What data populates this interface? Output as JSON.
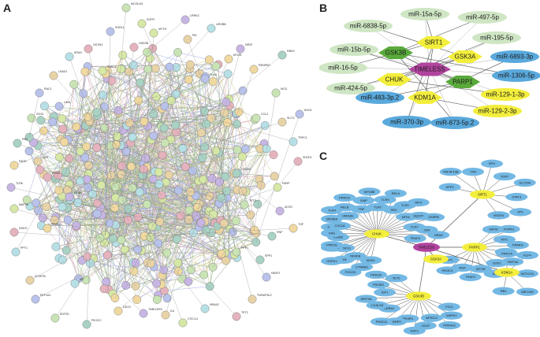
{
  "panels": {
    "a": {
      "letter": "A",
      "outer_labels": [
        "MCOLN3",
        "SORL1",
        "PIK",
        "UROBB",
        "HSD3B",
        "MYTH",
        "NR2F",
        "RENPAS",
        "RBKS",
        "MCD",
        "KHG1",
        "SLIT2",
        "TRPC1",
        "SH2D1",
        "PARP",
        "ACSS",
        "TGF",
        "RNF",
        "PPP1",
        "NR2F2",
        "TNFAIP8L2",
        "NR4A2",
        "TET2",
        "CXCL11",
        "TIMELESS",
        "DDX3",
        "PIK3C2",
        "EDF2D",
        "EEF1A1",
        "ZC3H7B",
        "PPT1",
        "DGKG",
        "MAP3K",
        "TLR6",
        "FADD",
        "RB2",
        "SOS1",
        "RAC1",
        "LINGO",
        "KRAS",
        "OSTM1",
        "TNNT1",
        "EFNB",
        "PNPLA",
        "CADM1",
        "CCL2",
        "PLAU",
        "IL6",
        "KIT",
        "PRKA",
        "EGFR",
        "LRRK2",
        "MTOR",
        "SPP1",
        "TET3",
        "LIMA",
        "JUN"
      ]
    },
    "b": {
      "letter": "B",
      "center": "TIMELESS",
      "genes": [
        "SIRT1",
        "GSK3B",
        "GSK3A",
        "CHUK",
        "PARP1",
        "KDM1A"
      ],
      "mirnas": [
        "miR-15a-5p",
        "miR-497-5p",
        "miR-6838-5p",
        "miR-195-5p",
        "miR-15b-5p",
        "miR-6893-3p",
        "miR-16-5p",
        "miR-1306-5p",
        "miR-424-5p",
        "miR-129-1-3p",
        "miR-483-3p.2",
        "miR-129-2-3p",
        "miR-370-3p",
        "miR-873-5p.2"
      ]
    },
    "c": {
      "letter": "C",
      "center": "TIMELESS",
      "hubs": [
        "CHUK",
        "SIRT1",
        "PARP1",
        "GSK3A",
        "GSK3B",
        "KDM1A"
      ],
      "nodes": [
        "NOD1",
        "CTNNB1",
        "FOXO3",
        "NFAFB",
        "IL1B",
        "HSPD1",
        "TNFSF10",
        "TNFRSF1",
        "PRKCE",
        "IKBKB",
        "FAS",
        "NOD2",
        "CXCL8",
        "NFKBIA",
        "TLR4",
        "HMGB1",
        "RELB",
        "PRKCD",
        "TNF",
        "XIAP",
        "MYD88",
        "TLR7",
        "TLR9",
        "RELA",
        "SRC",
        "TLR2",
        "IRF3",
        "NFKB1",
        "SQSTM1",
        "CEBPB",
        "TLR3",
        "JUN",
        "HRAS",
        "TRAF6",
        "SPP1",
        "TNFSF13B",
        "TXN",
        "SPI1",
        "TERT",
        "SLC2A4",
        "STAT3",
        "SP1",
        "VEGFA",
        "SIRT6",
        "POPR1",
        "MYC",
        "PPARG",
        "TLR3",
        "WNT3A",
        "SOD1",
        "IL6",
        "MTOR",
        "TRAF2",
        "NGF",
        "PIK3C3",
        "STAT1",
        "TSC1",
        "MAPK1",
        "PRKAA1",
        "NFE2L2",
        "LDLR",
        "SGK1",
        "PIK3R1",
        "PARP2",
        "PIK3CA",
        "LRRK2",
        "LGALS3",
        "WNT5A",
        "IGF1",
        "PIK3R2",
        "PRKCB",
        "TET2",
        "PRKCA",
        "KLF4",
        "NOTCH1",
        "MECOM",
        "RB1"
      ]
    }
  },
  "colors": {
    "center_node": "#b0449e",
    "gene_node": "#f3ee3c",
    "gene_node_dark": "#5aaa3b",
    "mirna_light": "#cfe6c4",
    "mirna_blue": "#5aa9dc",
    "node_blue": "#74b8e4",
    "edge_gray": "#555555",
    "stringdb_edges": [
      "#3f7f2d",
      "#a9a52a",
      "#3b3b3b",
      "#c46a8a",
      "#5a6cd0"
    ]
  }
}
